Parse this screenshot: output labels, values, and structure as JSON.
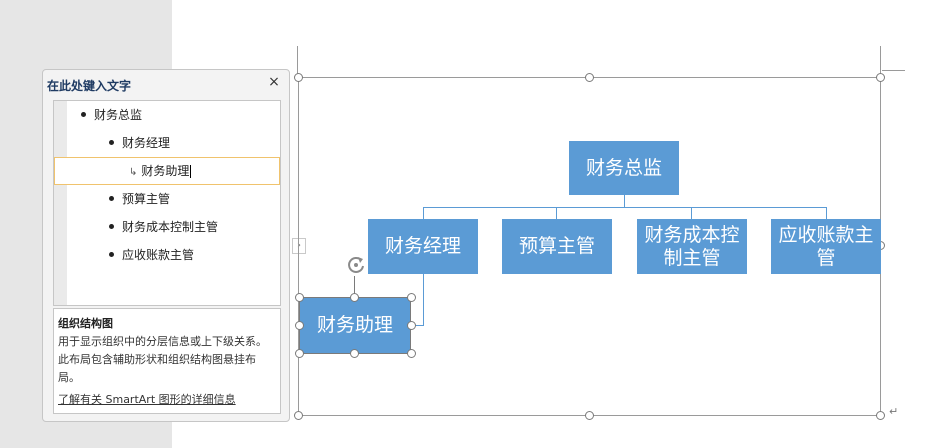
{
  "text_pane": {
    "title": "在此处键入文字",
    "close_glyph": "×",
    "items": [
      {
        "label": "财务总监"
      },
      {
        "label": "财务经理"
      },
      {
        "label": "财务助理"
      },
      {
        "label": "预算主管"
      },
      {
        "label": "财务成本控制主管"
      },
      {
        "label": "应收账款主管"
      }
    ],
    "sub_arrow": "↳",
    "description": {
      "title": "组织结构图",
      "text": "用于显示组织中的分层信息或上下级关系。此布局包含辅助形状和组织结构图悬挂布局。",
      "link": "了解有关 SmartArt 图形的详细信息"
    }
  },
  "pane_toggle_glyph": "›",
  "chart": {
    "nodes": {
      "director": "财务总监",
      "manager": "财务经理",
      "budget": "预算主管",
      "cost": "财务成本控制主管",
      "receivable": "应收账款主管",
      "assistant": "财务助理"
    },
    "box_color": "#5b9bd5"
  },
  "paragraph_mark": "↵"
}
